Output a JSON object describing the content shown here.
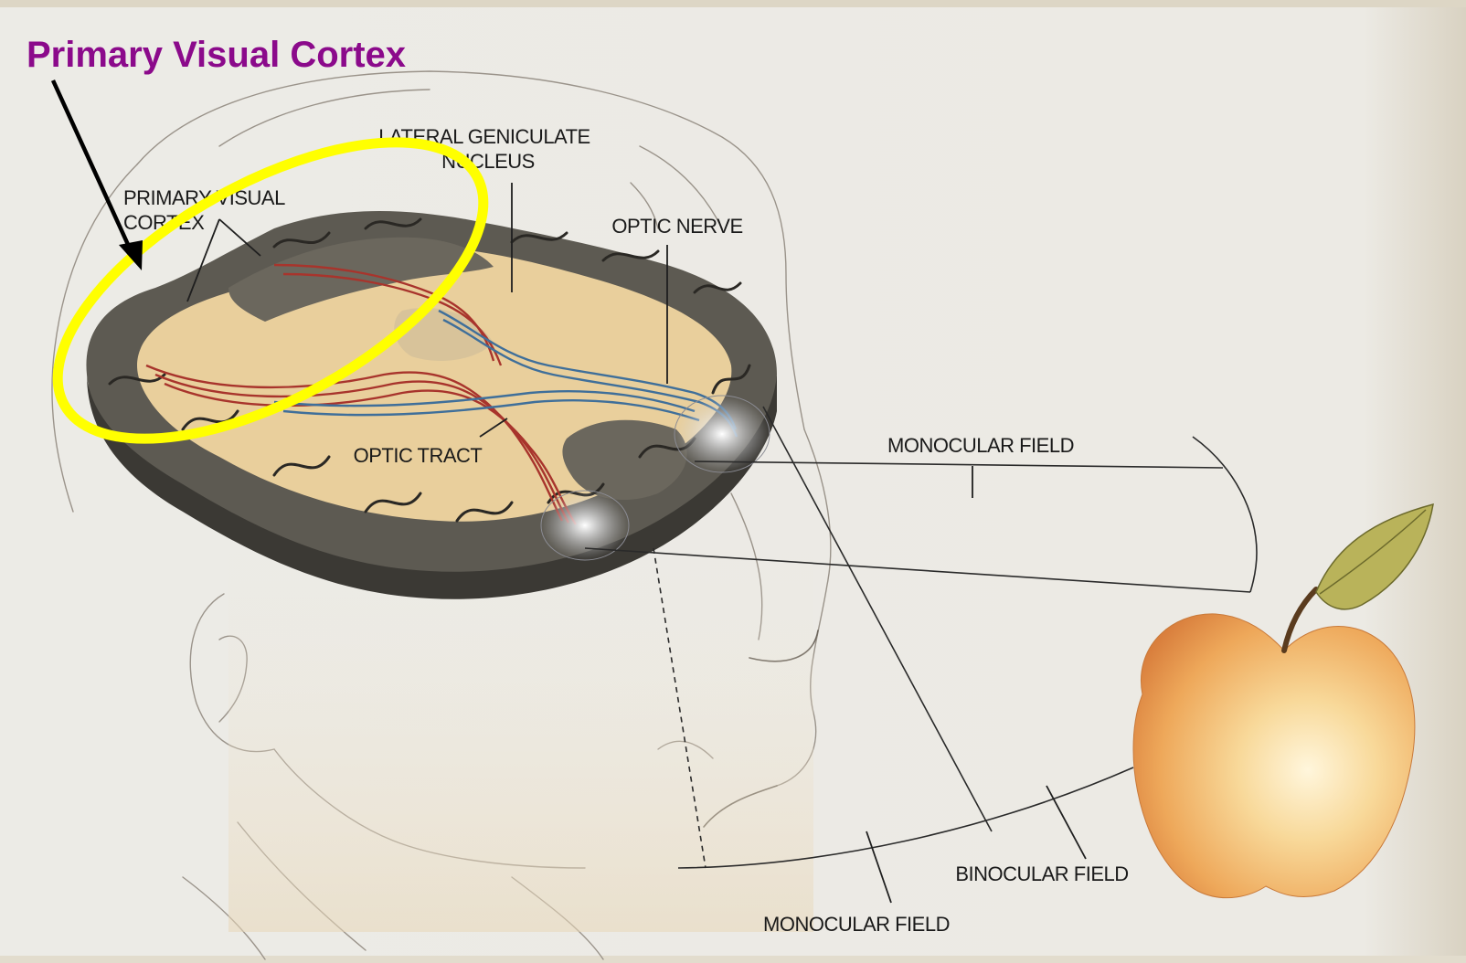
{
  "annotation": {
    "title": "Primary Visual Cortex",
    "title_color": "#8b0a8b",
    "highlight_color": "#ffff00",
    "arrow_color": "#000000"
  },
  "labels": {
    "lateral_geniculate_line1": "LATERAL GENICULATE",
    "lateral_geniculate_line2": "NUCLEUS",
    "primary_visual_line1": "PRIMARY VISUAL",
    "primary_visual_line2": "CORTEX",
    "optic_nerve": "OPTIC NERVE",
    "optic_tract": "OPTIC TRACT",
    "monocular_field_upper": "MONOCULAR FIELD",
    "binocular_field": "BINOCULAR FIELD",
    "monocular_field_lower": "MONOCULAR FIELD"
  },
  "colors": {
    "background": "#ecebe6",
    "brain_outer": "#5d5a52",
    "brain_inner": "#e9cf9c",
    "pathway_red": "#a8342c",
    "pathway_blue": "#3f6f9a",
    "apple": "#f1b16a",
    "leaf": "#b9b35a"
  }
}
